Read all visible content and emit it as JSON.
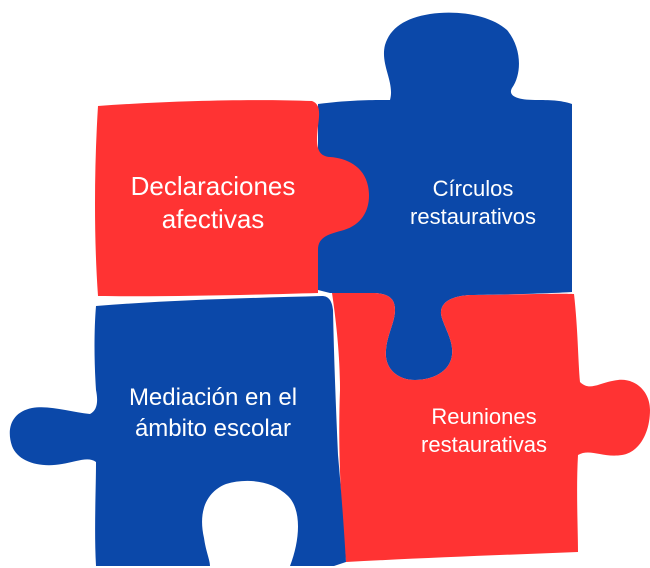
{
  "colors": {
    "red": "#ff3333",
    "blue": "#0b48a9",
    "background": "#ffffff",
    "text": "#ffffff"
  },
  "pieces": [
    {
      "id": "declaraciones",
      "color": "red",
      "lines": [
        "Declaraciones",
        "afectivas"
      ]
    },
    {
      "id": "circulos",
      "color": "blue",
      "lines": [
        "Círculos",
        "restaurativos"
      ]
    },
    {
      "id": "mediacion",
      "color": "blue",
      "lines": [
        "Mediación en el",
        "ámbito escolar"
      ]
    },
    {
      "id": "reuniones",
      "color": "red",
      "lines": [
        "Reuniones",
        "restaurativas"
      ]
    }
  ]
}
